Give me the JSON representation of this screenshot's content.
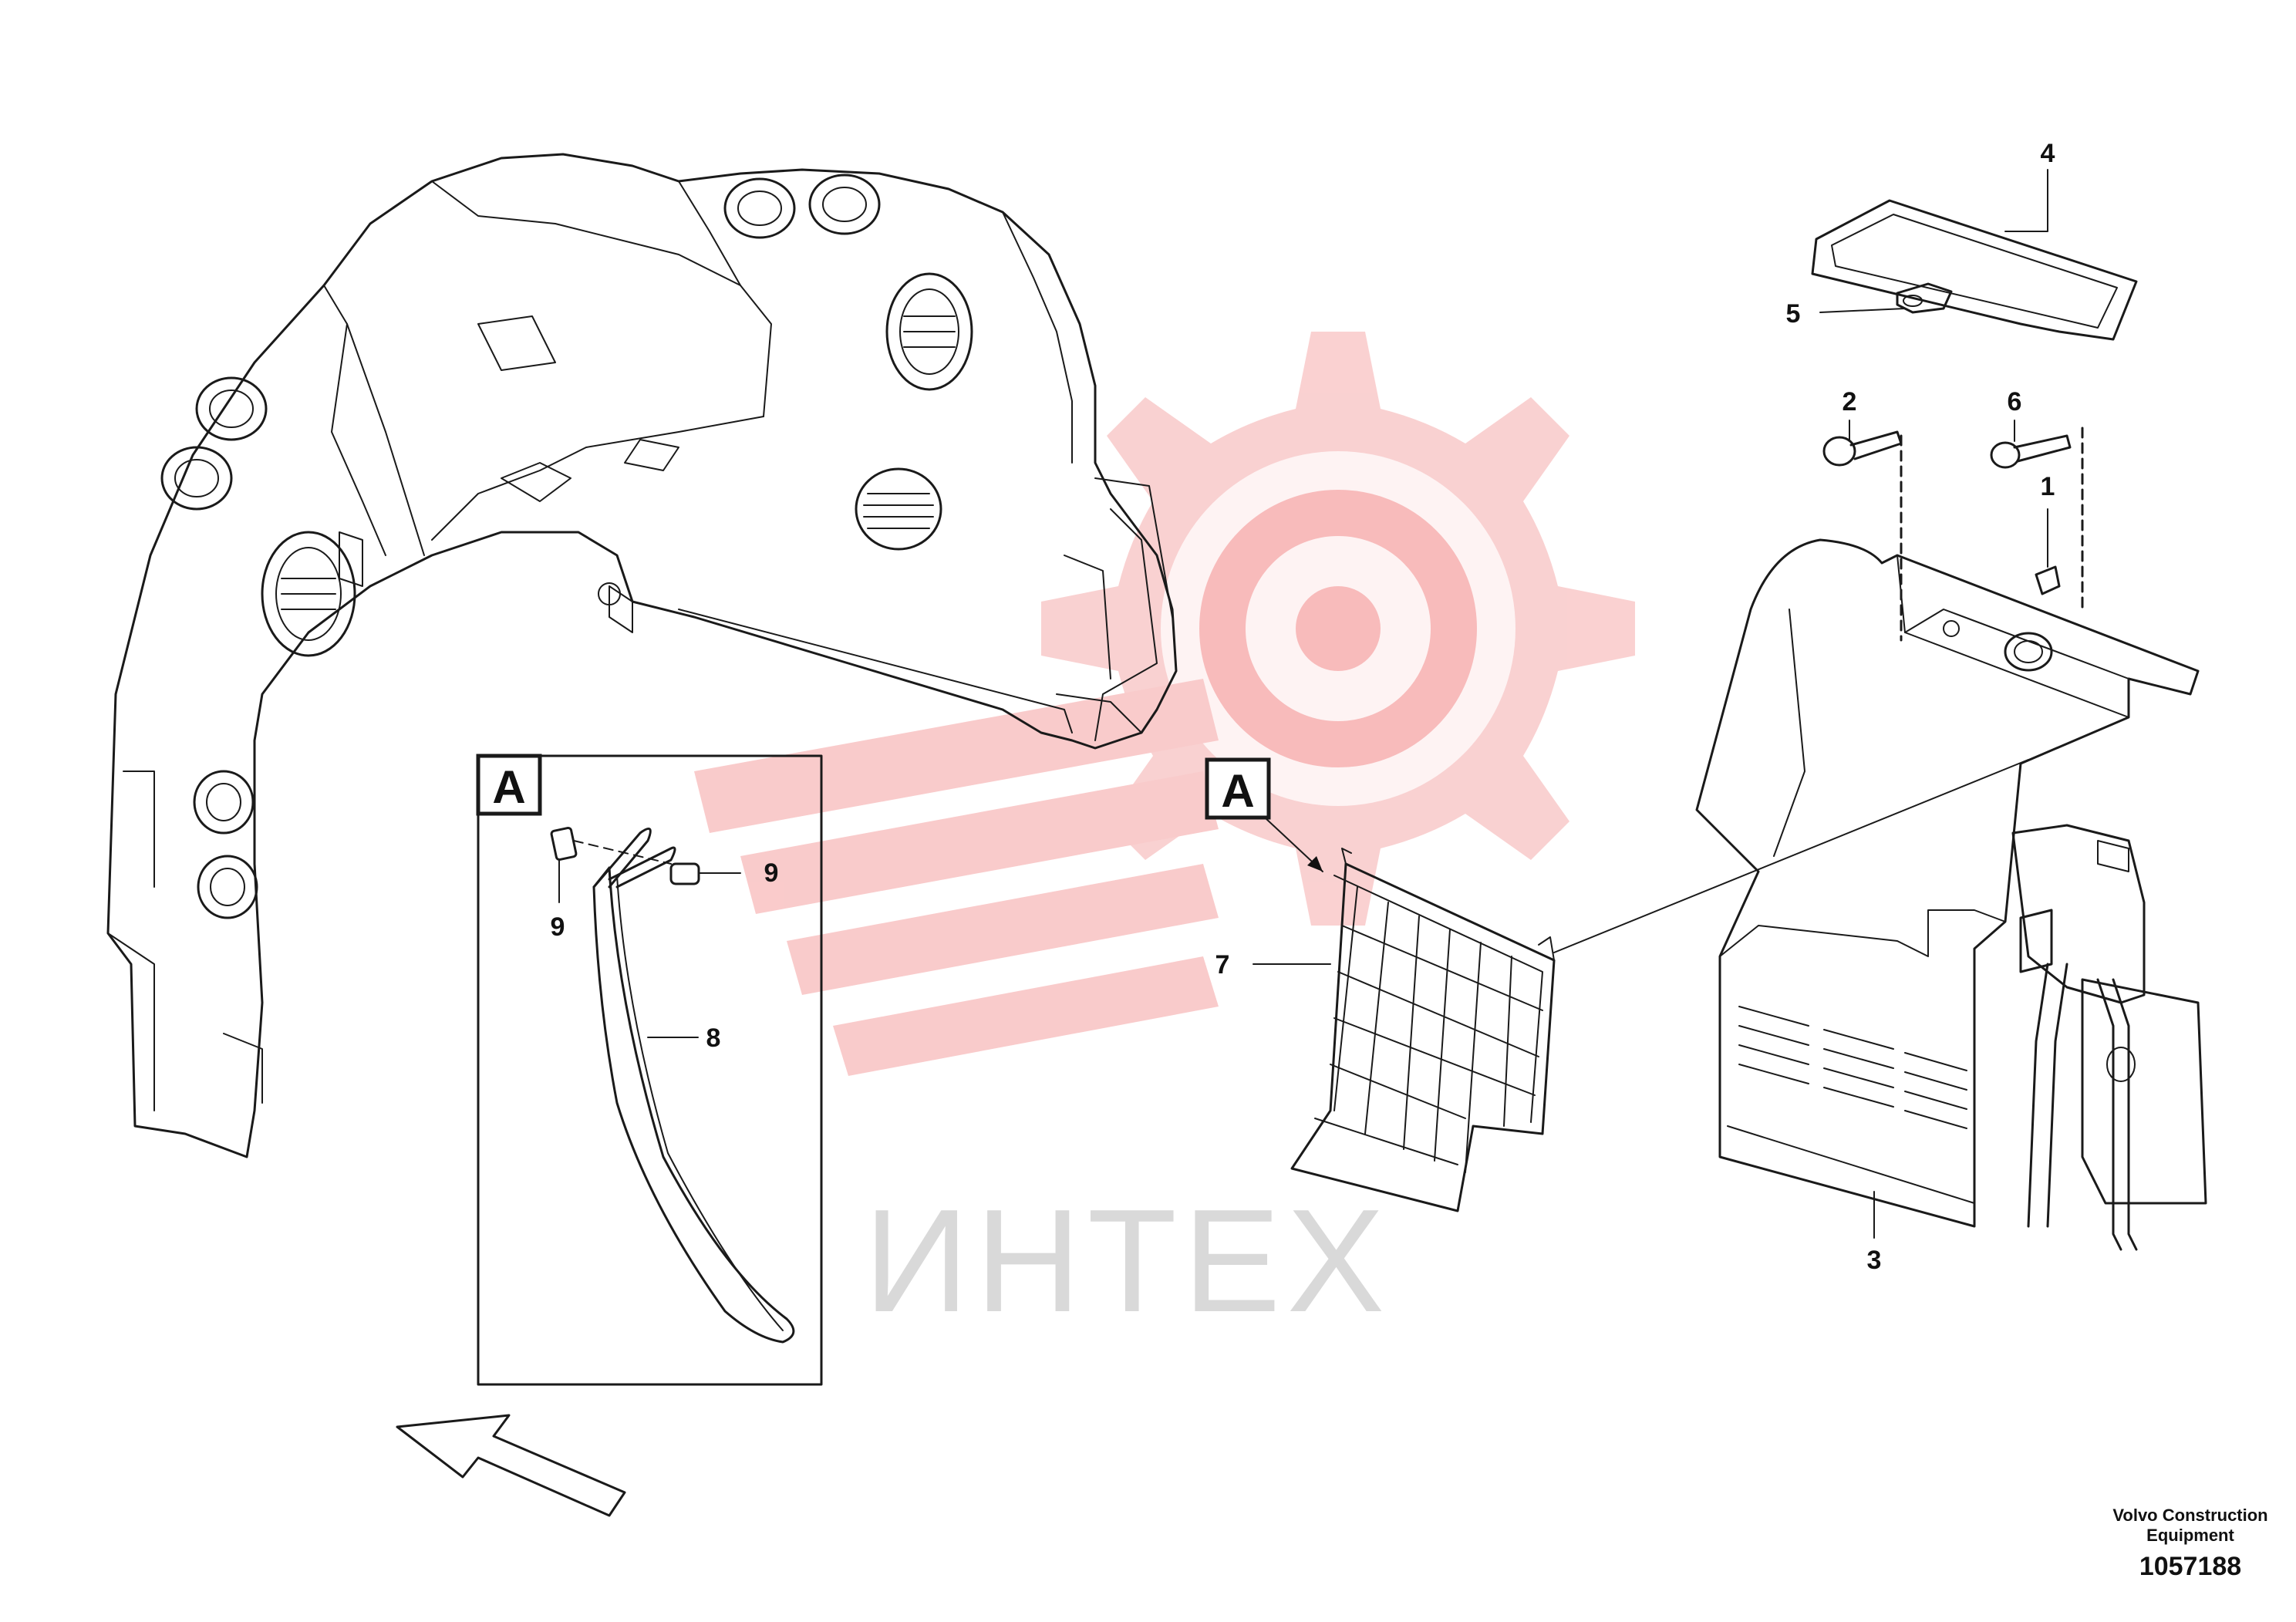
{
  "watermark": {
    "text": "ИНТЕХ",
    "gear_color": "#f7b8b8",
    "text_color": "#d9d9d9"
  },
  "detail_labels": {
    "box_label": "A",
    "reference_label": "A"
  },
  "callouts": {
    "c1": "1",
    "c2": "2",
    "c3": "3",
    "c4": "4",
    "c5": "5",
    "c6": "6",
    "c7": "7",
    "c8": "8",
    "c9a": "9",
    "c9b": "9"
  },
  "footer": {
    "maker_line1": "Volvo Construction",
    "maker_line2": "Equipment",
    "drawing_number": "1057188"
  }
}
